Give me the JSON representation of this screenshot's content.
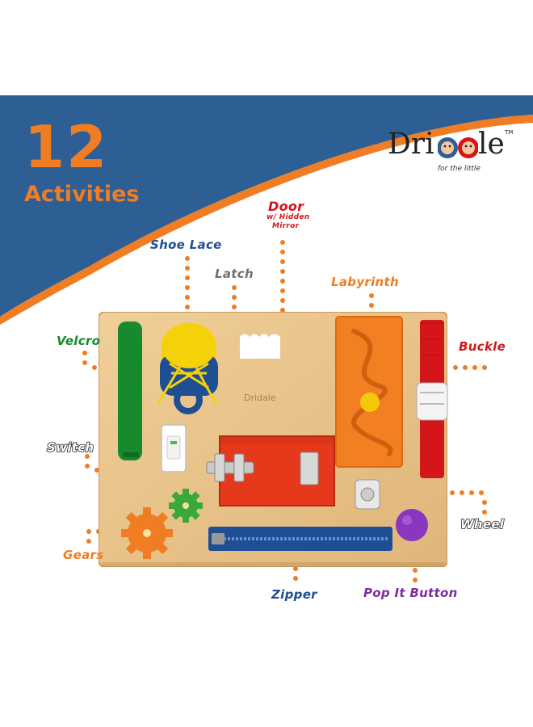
{
  "headline": {
    "number": "12",
    "word": "Activities"
  },
  "brand": {
    "name_left": "Dri",
    "name_right": "le",
    "tm": "TM",
    "tagline": "for the little",
    "board_mark": "Dridale"
  },
  "labels": {
    "door": "Door",
    "door_sub1": "w/ Hidden",
    "door_sub2": "Mirror",
    "shoe_lace": "Shoe Lace",
    "latch": "Latch",
    "labyrinth": "Labyrinth",
    "velcro": "Velcro",
    "buckle": "Buckle",
    "switch": "Switch",
    "wheel": "Wheel",
    "gears": "Gears",
    "zipper": "Zipper",
    "pop_it": "Pop It Button"
  },
  "colors": {
    "banner_blue": "#2d5f95",
    "banner_orange": "#f07d23",
    "orange": "#f07d23",
    "blue": "#1f4f93",
    "green": "#178a2e",
    "red": "#d4161b",
    "gray": "#6f6f6f",
    "purple": "#7a2ea0",
    "wood": "#e8c48c"
  }
}
